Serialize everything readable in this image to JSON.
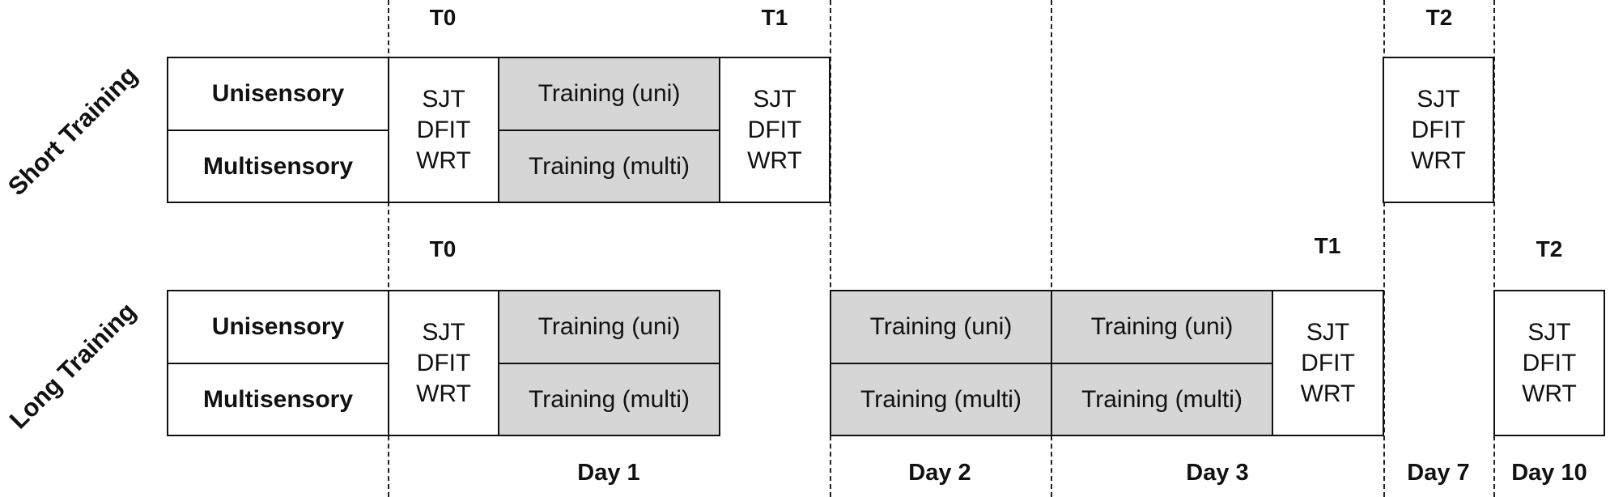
{
  "rows": {
    "short": "Short Training",
    "long": "Long Training"
  },
  "conditions": {
    "uni": "Unisensory",
    "multi": "Multisensory"
  },
  "tests": [
    "SJT",
    "DFIT",
    "WRT"
  ],
  "training": {
    "uni": "Training (uni)",
    "multi": "Training (multi)"
  },
  "timepoints": {
    "t0": "T0",
    "t1": "T1",
    "t2": "T2"
  },
  "days": [
    "Day 1",
    "Day 2",
    "Day 3",
    "Day 7",
    "Day 10"
  ]
}
